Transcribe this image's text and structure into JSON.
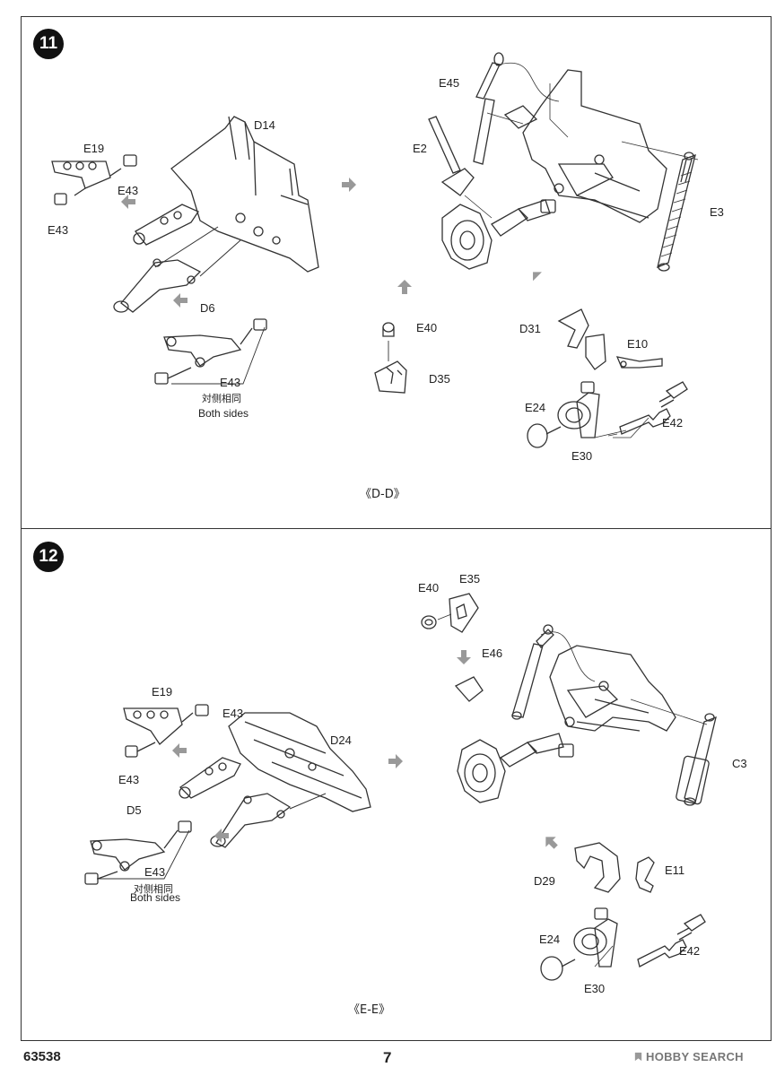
{
  "steps": [
    {
      "number": "11",
      "section": "《D-D》",
      "labels": {
        "e19": "E19",
        "e43_top": "E43",
        "e43_left": "E43",
        "d14": "D14",
        "d6": "D6",
        "e43_bottom": "E43",
        "both_sides_cn": "対侧相同",
        "both_sides_en": "Both sides",
        "e45": "E45",
        "e2": "E2",
        "e3": "E3",
        "e40": "E40",
        "d35": "D35",
        "d31": "D31",
        "e10": "E10",
        "e24": "E24",
        "e30": "E30",
        "e42": "E42"
      }
    },
    {
      "number": "12",
      "section": "《E-E》",
      "labels": {
        "e19": "E19",
        "e43_top": "E43",
        "e43_left": "E43",
        "d24": "D24",
        "d5": "D5",
        "e43_bottom": "E43",
        "both_sides_cn": "对侧相同",
        "both_sides_en": "Both sides",
        "e40": "E40",
        "e35": "E35",
        "e46": "E46",
        "c3": "C3",
        "d29": "D29",
        "e11": "E11",
        "e24": "E24",
        "e30": "E30",
        "e42": "E42"
      }
    }
  ],
  "footer": {
    "product_code": "63538",
    "page_number": "7",
    "watermark": "HOBBY SEARCH"
  },
  "colors": {
    "line": "#333333",
    "arrow": "#888888",
    "badge": "#111111"
  }
}
